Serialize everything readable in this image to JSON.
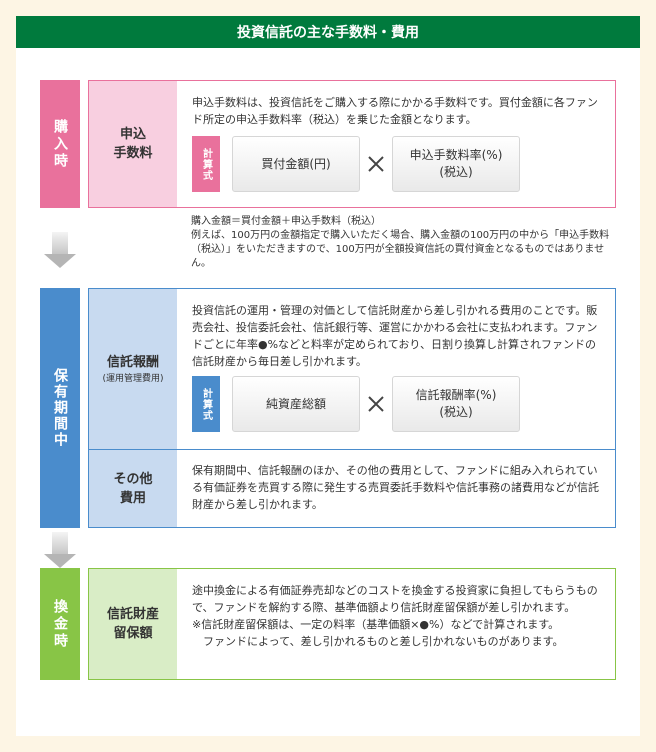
{
  "title": "投資信託の主な手数料・費用",
  "colors": {
    "title_bar": "#007a3d",
    "purchase": "#e9719c",
    "holding": "#4a8ccc",
    "redemption": "#88c546",
    "arrow": "#bdbdbd"
  },
  "purchase": {
    "phase_label": "購入時",
    "fee_label_1": "申込",
    "fee_label_2": "手数料",
    "description": "申込手数料は、投資信託をご購入する際にかかる手数料です。買付金額に各ファンド所定の申込手数料率（税込）を乗じた金額となります。",
    "calc_label": "計算式",
    "calc_a": "買付金額(円)",
    "calc_b_1": "申込手数料率(%)",
    "calc_b_2": "(税込)",
    "note_1": "購入金額＝買付金額＋申込手数料（税込）",
    "note_2": "例えば、100万円の金額指定で購入いただく場合、購入金額の100万円の中から「申込手数料（税込）」をいただきますので、100万円が全額投資信託の買付資金となるものではありません。"
  },
  "holding": {
    "phase_label": "保有期間中",
    "trust_fee_label": "信託報酬",
    "trust_fee_sub": "(運用管理費用)",
    "trust_fee_description": "投資信託の運用・管理の対価として信託財産から差し引かれる費用のことです。販売会社、投信委託会社、信託銀行等、運営にかかわる会社に支払われます。ファンドごとに年率●%などと料率が定められており、日割り換算し計算されファンドの信託財産から毎日差し引かれます。",
    "calc_label": "計算式",
    "calc_a": "純資産総額",
    "calc_b_1": "信託報酬率(%)",
    "calc_b_2": "(税込)",
    "other_label_1": "その他",
    "other_label_2": "費用",
    "other_description": "保有期間中、信託報酬のほか、その他の費用として、ファンドに組み入れられている有価証券を売買する際に発生する売買委託手数料や信託事務の諸費用などが信託財産から差し引かれます。"
  },
  "redemption": {
    "phase_label": "換金時",
    "fee_label_1": "信託財産",
    "fee_label_2": "留保額",
    "desc_1": "途中換金による有価証券売却などのコストを換金する投資家に負担してもらうもので、ファンドを解約する際、基準価額より信託財産留保額が差し引かれます。",
    "desc_2": "※信託財産留保額は、一定の料率（基準価額×●%）などで計算されます。",
    "desc_3": "ファンドによって、差し引かれるものと差し引かれないものがあります。"
  },
  "icons": {
    "multiply": "multiply-icon",
    "arrow": "down-arrow-icon"
  }
}
